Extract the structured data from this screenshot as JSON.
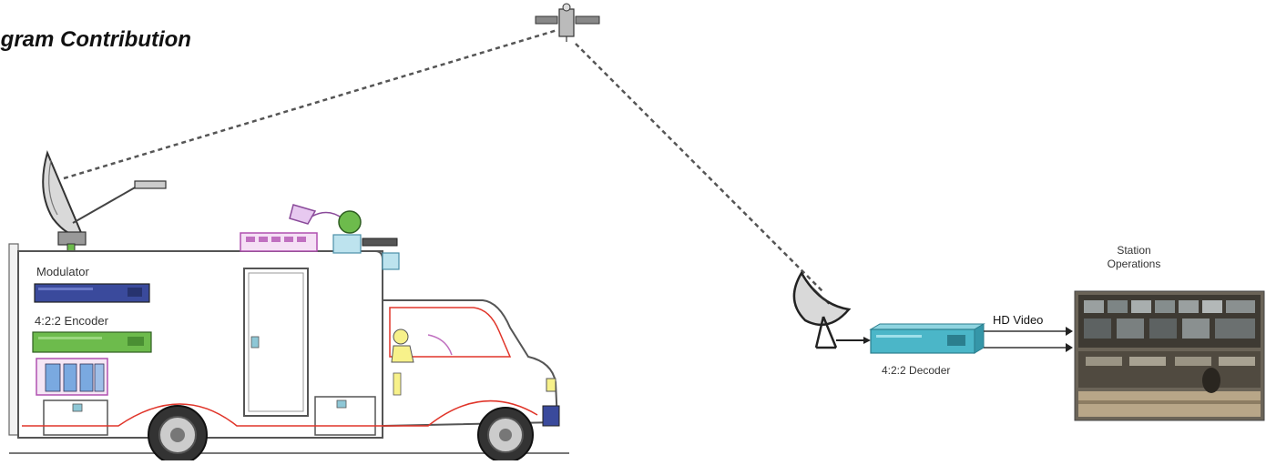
{
  "title": "ogram Contribution",
  "labels": {
    "modulator": "Modulator",
    "encoder": "4:2:2 Encoder",
    "decoder": "4:2:2 Decoder",
    "hd_video": "HD Video",
    "station_line1": "Station",
    "station_line2": "Operations"
  },
  "colors": {
    "modulator": "#3a4a9c",
    "encoder": "#6dbb4c",
    "decoder": "#4bb6c8",
    "truck_outline": "#555555",
    "truck_stripe": "#e0352a",
    "link_line": "#555555"
  }
}
